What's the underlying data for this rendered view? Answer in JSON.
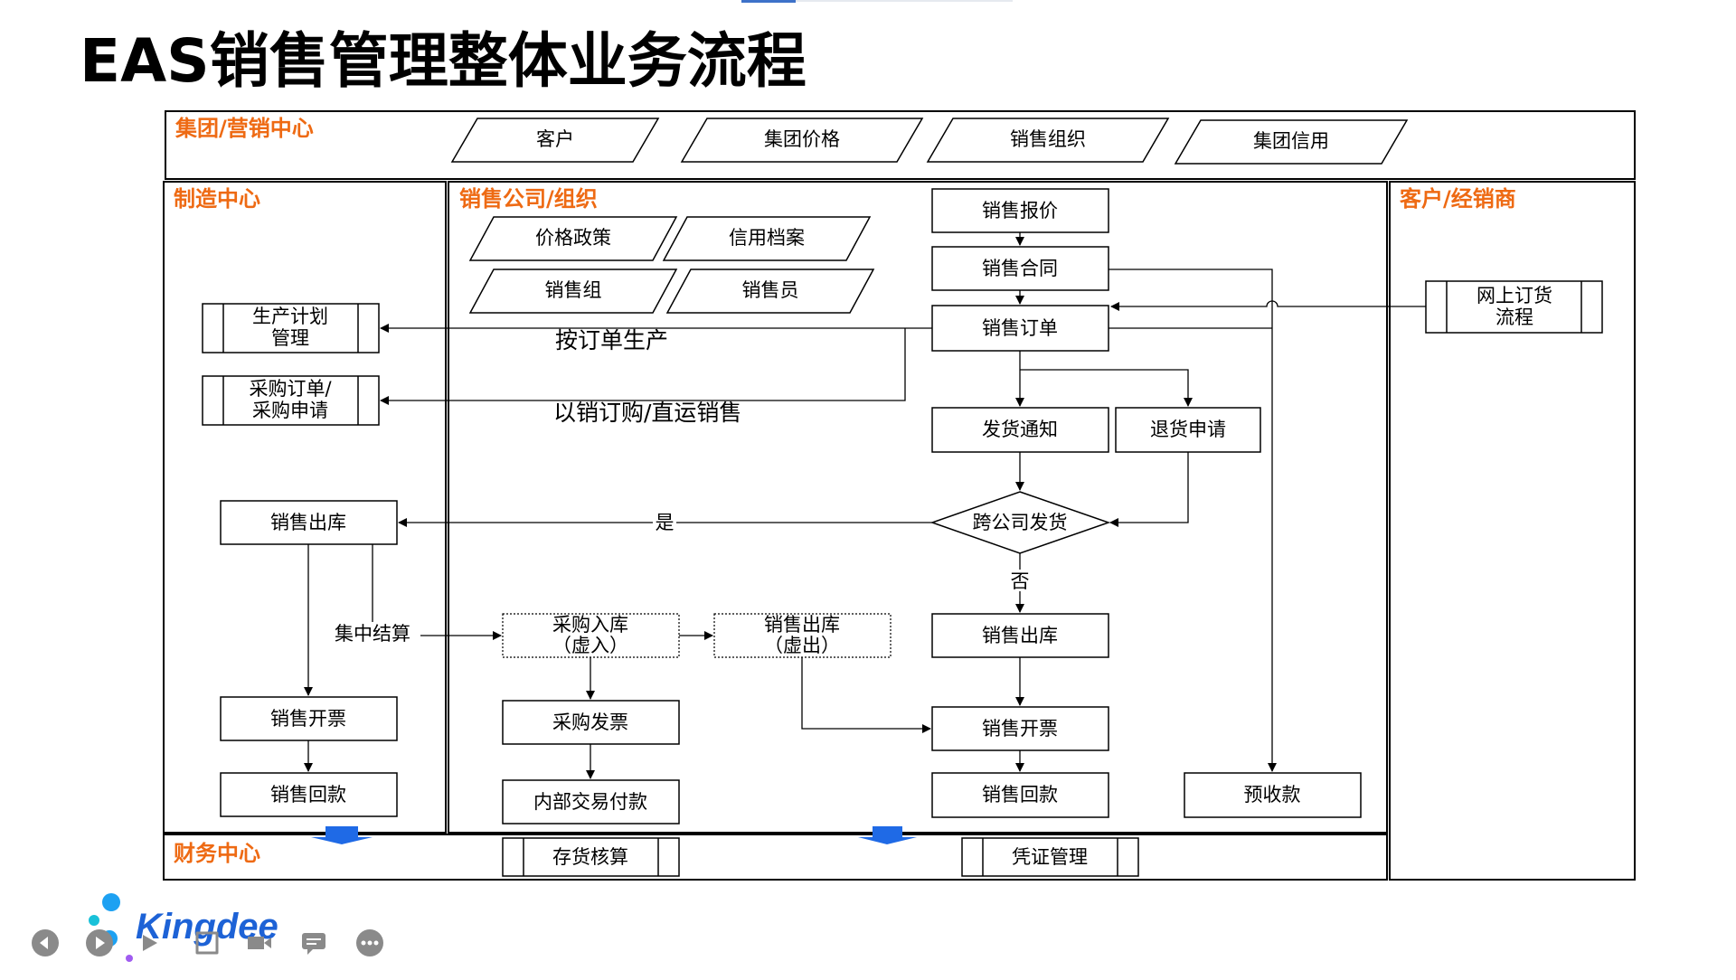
{
  "title": "EAS销售管理整体业务流程",
  "colors": {
    "section_label": "#ee6a13",
    "arrow_blue": "#1f6ae6",
    "line": "#000000"
  },
  "sections": {
    "group": "集团/营销中心",
    "manufacturing": "制造中心",
    "sales_company": "销售公司/组织",
    "customer": "客户/经销商",
    "finance": "财务中心"
  },
  "group_items": [
    "客户",
    "集团价格",
    "销售组织",
    "集团信用"
  ],
  "company_items": [
    "价格政策",
    "信用档案",
    "销售组",
    "销售员"
  ],
  "main_flow": {
    "quote": "销售报价",
    "contract": "销售合同",
    "order": "销售订单",
    "ship_notice": "发货通知",
    "return_request": "退货申请",
    "cross_company": "跨公司发货",
    "yes": "是",
    "no": "否",
    "outbound": "销售出库",
    "invoice": "销售开票",
    "receipt": "销售回款",
    "prepayment": "预收款"
  },
  "manufacturing_flow": {
    "plan_line1": "生产计划",
    "plan_line2": "管理",
    "po_line1": "采购订单/",
    "po_line2": "采购申请",
    "outbound": "销售出库",
    "invoice": "销售开票",
    "receipt": "销售回款",
    "central_settlement": "集中结算"
  },
  "virtual_flow": {
    "purchase_in_line1": "采购入库",
    "purchase_in_line2": "（虚入）",
    "sales_out_line1": "销售出库",
    "sales_out_line2": "（虚出）",
    "purchase_invoice": "采购发票",
    "internal_payment": "内部交易付款"
  },
  "annotations": {
    "make_to_order": "按订单生产",
    "purchase_by_sales": "以销订购/直运销售"
  },
  "customer_flow": {
    "online_line1": "网上订货",
    "online_line2": "流程"
  },
  "finance_items": [
    "存货核算",
    "凭证管理"
  ],
  "logo": {
    "text": "Kingdee"
  },
  "player_controls": [
    "prev-icon",
    "play-icon",
    "next-icon",
    "zoom-icon",
    "video-icon",
    "comment-icon",
    "more-icon"
  ]
}
